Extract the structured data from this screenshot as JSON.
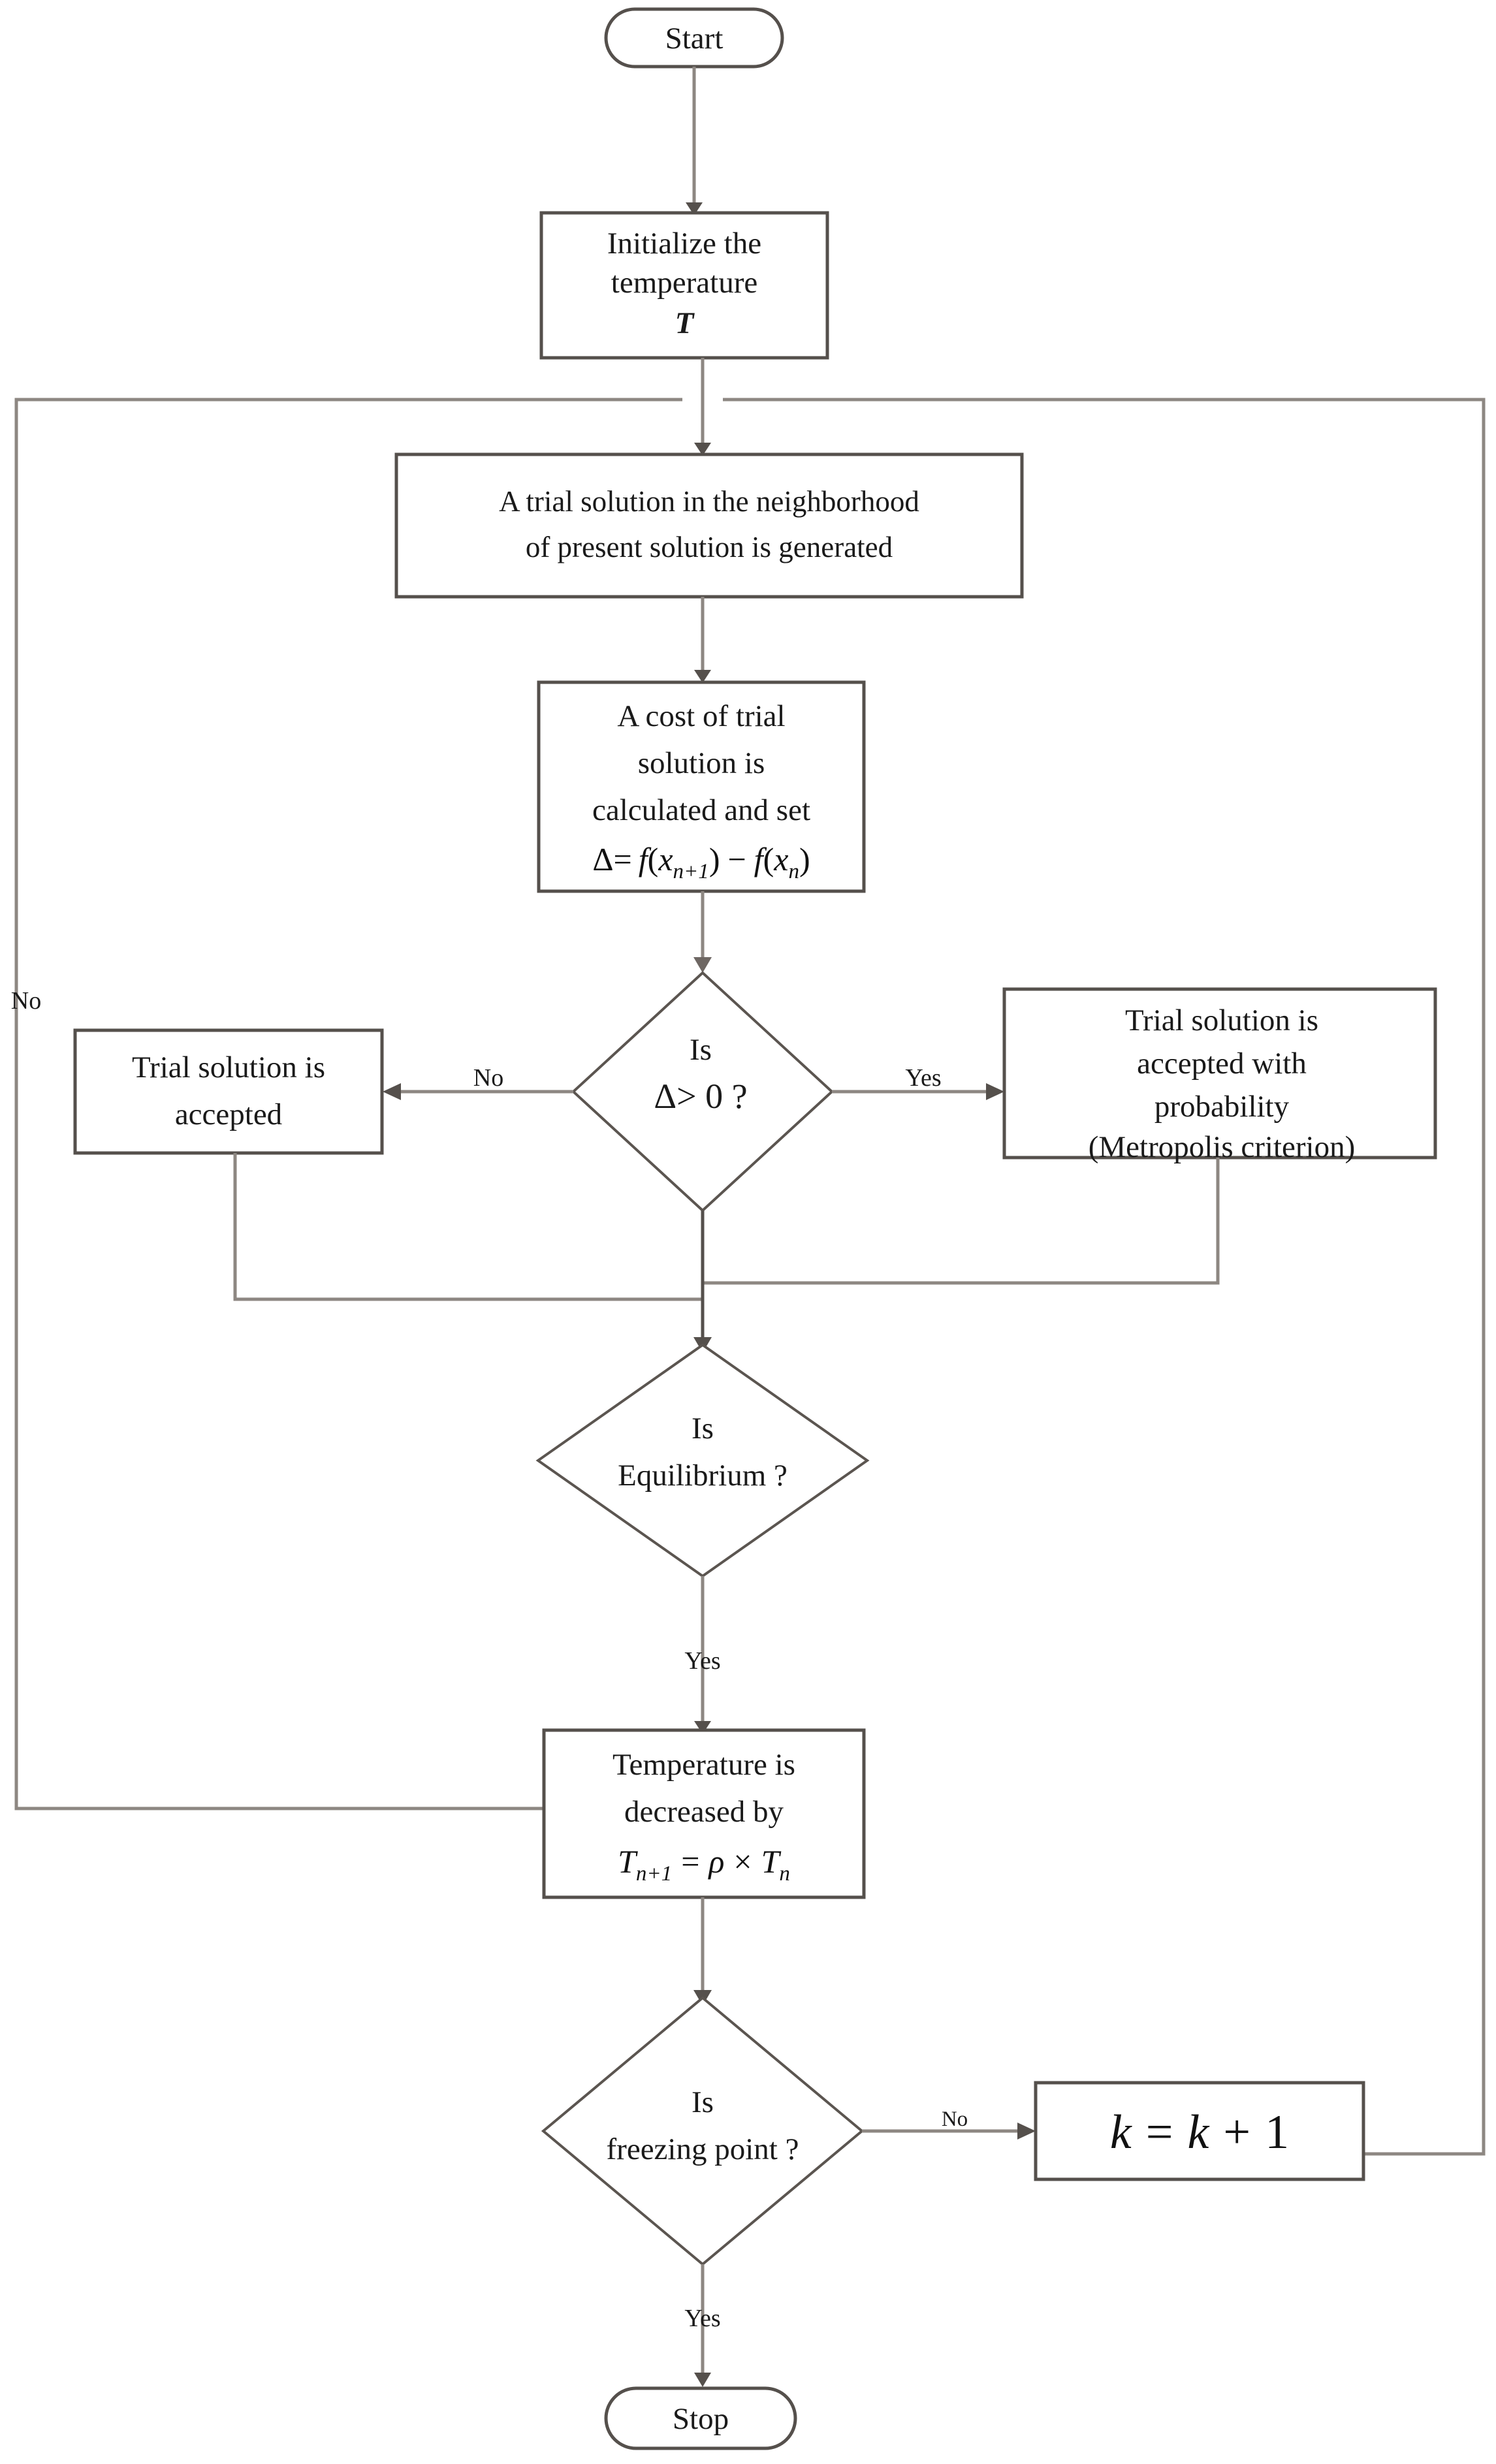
{
  "diagram": {
    "title": "Simulated Annealing Algorithm Flowchart",
    "colors": {
      "shape_stroke": "#55504c",
      "connector": "#8d8782",
      "text": "#1a1a1a",
      "background": "#ffffff"
    },
    "nodes": {
      "start": {
        "label": "Start",
        "shape": "terminator"
      },
      "initialize": {
        "line1": "Initialize the",
        "line2": "temperature",
        "symbol": "T",
        "shape": "process"
      },
      "trial_solution": {
        "line1": "A trial solution in the neighborhood",
        "line2": "of present solution is generated",
        "shape": "process"
      },
      "cost": {
        "line1": "A cost of trial",
        "line2": "solution is",
        "line3": "calculated and set",
        "formula": "Δ= f(xₙ₊₁) − f(xₙ)",
        "formula_parts": {
          "delta": "Δ=",
          "f1": "f",
          "open1": "(",
          "x1": "x",
          "sub1": "n+1",
          "close1": ")",
          "minus": "−",
          "f2": "f",
          "open2": "(",
          "x2": "x",
          "sub2": "n",
          "close2": ")"
        },
        "shape": "process"
      },
      "decision_delta": {
        "line1": "Is",
        "line2": "Δ> 0   ?",
        "shape": "decision"
      },
      "accepted": {
        "line1": "Trial solution is",
        "line2": "accepted",
        "shape": "process"
      },
      "metropolis": {
        "line1": "Trial solution is",
        "line2": "accepted with",
        "line3": "probability",
        "line4": "(Metropolis criterion)",
        "shape": "process"
      },
      "decision_equilibrium": {
        "line1": "Is",
        "line2": "Equilibrium ?",
        "shape": "decision"
      },
      "temperature": {
        "line1": "Temperature is",
        "line2": "decreased by",
        "formula": "Tₙ₊₁ = ρ × Tₙ",
        "formula_parts": {
          "T1": "T",
          "sub1": "n+1",
          "eq": "=",
          "rho": "ρ",
          "times": "×",
          "T2": "T",
          "sub2": "n"
        },
        "shape": "process"
      },
      "decision_freezing": {
        "line1": "Is",
        "line2": "freezing point ?",
        "shape": "decision"
      },
      "increment_k": {
        "formula": "k = k + 1",
        "formula_parts": {
          "k1": "k",
          "eq": "=",
          "k2": "k",
          "plus": "+",
          "one": "1"
        },
        "shape": "process"
      },
      "stop": {
        "label": "Stop",
        "shape": "terminator"
      }
    },
    "edge_labels": {
      "delta_no": "No",
      "delta_yes": "Yes",
      "equilibrium_no": "No",
      "equilibrium_yes": "Yes",
      "freezing_no": "No",
      "freezing_yes": "Yes"
    }
  }
}
